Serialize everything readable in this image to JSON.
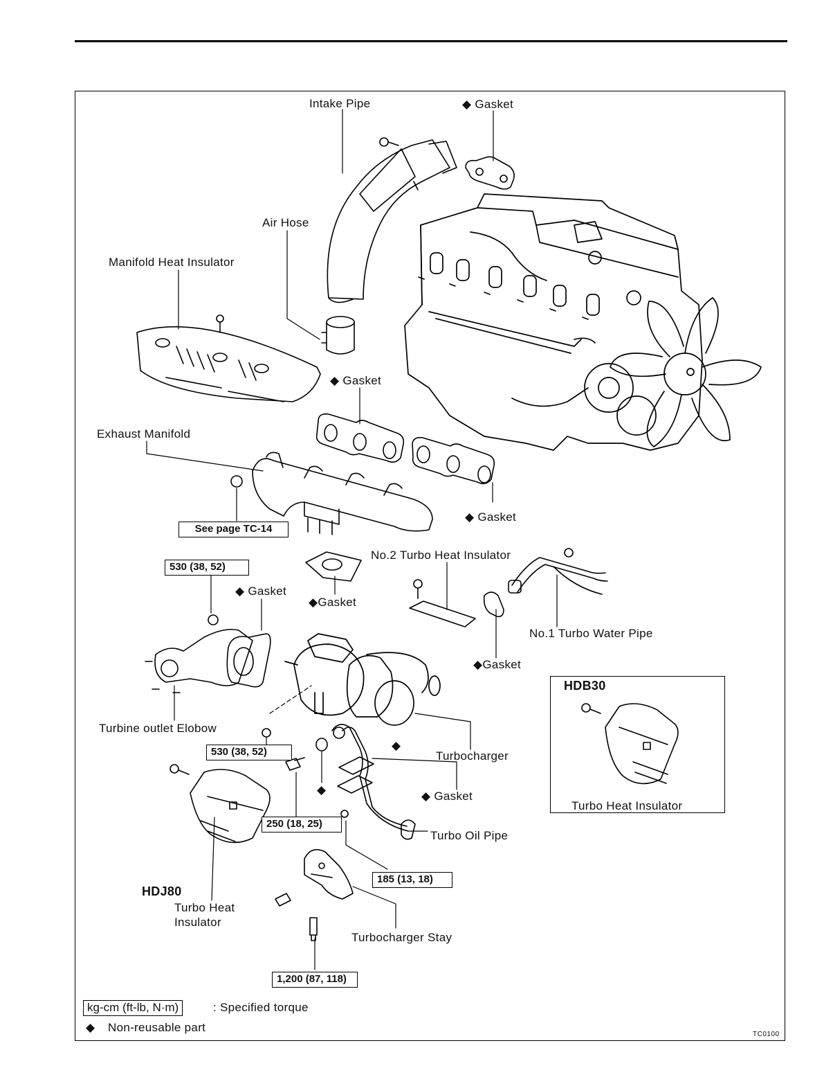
{
  "labels": {
    "intake_pipe": "Intake Pipe",
    "gasket_top": "◆ Gasket",
    "air_hose": "Air Hose",
    "manifold_heat_insulator": "Manifold Heat Insulator",
    "gasket_manifold_upper": "◆ Gasket",
    "exhaust_manifold": "Exhaust Manifold",
    "gasket_manifold_lower": "◆  Gasket",
    "see_page": "See page TC-14",
    "no2_turbo_heat_insulator": "No.2 Turbo Heat Insulator",
    "gasket_elbow": "◆ Gasket",
    "gasket_turbo_inlet": "◆Gasket",
    "no1_turbo_water_pipe": "No.1 Turbo Water Pipe",
    "gasket_water_pipe": "◆Gasket",
    "turbine_outlet_elbow": "Turbine outlet Elobow",
    "turbocharger": "Turbocharger",
    "gasket_oil": "◆ Gasket",
    "turbo_oil_pipe": "Turbo Oil Pipe",
    "hdj80": "HDJ80",
    "turbo_heat_insulator_hdj80": "Turbo Heat",
    "turbo_heat_insulator_hdj80_2": "Insulator",
    "turbocharger_stay": "Turbocharger Stay",
    "hdb30": "HDB30",
    "turbo_heat_insulator_hdb30": "Turbo Heat Insulator",
    "diamond_a": "◆",
    "diamond_b": "◆"
  },
  "torques": {
    "t1": "530 (38, 52)",
    "t2": "530 (38, 52)",
    "t3": "250 (18, 25)",
    "t4": "185 (13, 18)",
    "t5": "1,200 (87, 118)"
  },
  "legend": {
    "unit": "kg-cm (ft-lb, N·m)",
    "unit_desc": ":  Specified torque",
    "diamond": "◆",
    "diamond_desc": "Non-reusable part"
  },
  "figure_code": "TC0100"
}
